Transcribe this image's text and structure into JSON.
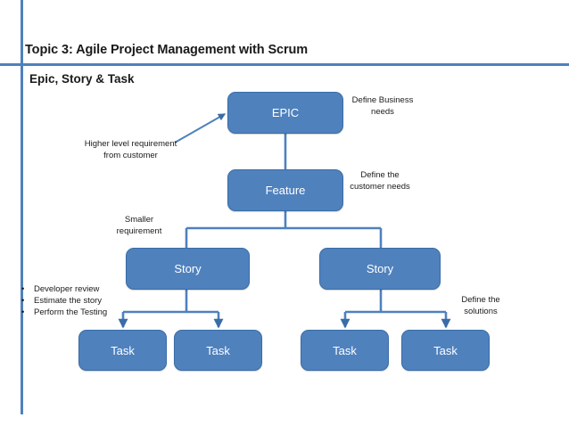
{
  "slide": {
    "topic_title": "Topic 3: Agile Project Management with Scrum",
    "section_title": "Epic, Story & Task",
    "accent_color": "#4f81bd",
    "node_fill": "#4f81bd",
    "node_border": "#3a6ca8",
    "node_text_color": "#ffffff",
    "background": "#ffffff"
  },
  "nodes": {
    "epic": "EPIC",
    "feature": "Feature",
    "story_left": "Story",
    "story_right": "Story",
    "task_1": "Task",
    "task_2": "Task",
    "task_3": "Task",
    "task_4": "Task"
  },
  "annotations": {
    "define_business_needs": "Define Business needs",
    "higher_level_requirement": "Higher level requirement from customer",
    "define_customer_needs": "Define the customer needs",
    "smaller_requirement": "Smaller requirement",
    "define_solutions": "Define the solutions"
  },
  "bullets": [
    "Developer review",
    "Estimate the story",
    "Perform the Testing"
  ]
}
